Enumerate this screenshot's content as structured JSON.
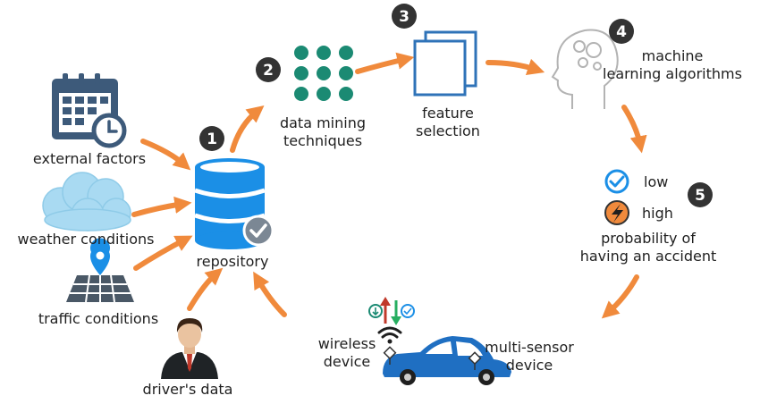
{
  "steps": {
    "s1": "1",
    "s2": "2",
    "s3": "3",
    "s4": "4",
    "s5": "5"
  },
  "labels": {
    "external_factors": "external factors",
    "weather_conditions": "weather conditions",
    "traffic_conditions": "traffic conditions",
    "drivers_data": "driver's data",
    "repository": "repository",
    "data_mining": "data mining\ntechniques",
    "feature_selection": "feature\nselection",
    "machine_learning": "machine\nlearning algorithms",
    "low": "low",
    "high": "high",
    "probability": "probability of\nhaving an accident",
    "wireless_device": "wireless\ndevice",
    "multi_sensor_device": "multi-sensor\ndevice"
  },
  "colors": {
    "arrow": "#f08a3c",
    "dark_blue": "#3d5a7a",
    "repo_blue": "#1b8fe6",
    "teal": "#1b8a73",
    "frame_blue": "#2f73b8",
    "badge": "#333333",
    "sky": "#a9daf2",
    "car_blue": "#1f6fc2"
  },
  "icons": [
    "calendar-clock-icon",
    "cloud-icon",
    "map-pin-grid-icon",
    "businessman-icon",
    "database-icon",
    "check-badge-icon",
    "dot-grid-icon",
    "stacked-frames-icon",
    "head-gears-icon",
    "check-circle-icon",
    "lightning-circle-icon",
    "car-icon",
    "wifi-icon",
    "up-down-arrows-icon"
  ]
}
